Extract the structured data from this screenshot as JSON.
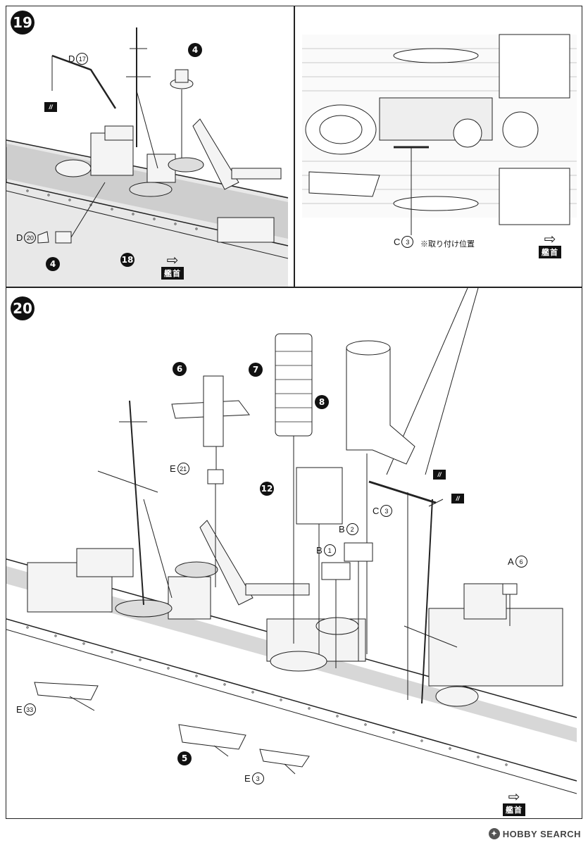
{
  "steps": {
    "step19": "19",
    "step20": "20"
  },
  "step19": {
    "callouts": {
      "part4_top": "4",
      "part4_bottom": "4",
      "part18": "18"
    },
    "parts": {
      "d17": {
        "letter": "D",
        "num": "17"
      },
      "d20": {
        "letter": "D",
        "num": "20"
      }
    },
    "bow_label": "艦首"
  },
  "detail": {
    "c3": {
      "letter": "C",
      "num": "3"
    },
    "note": "※取り付け位置",
    "bow_label": "艦首"
  },
  "step20": {
    "callouts": {
      "part6": "6",
      "part7": "7",
      "part8": "8",
      "part12": "12",
      "part5": "5"
    },
    "parts": {
      "e21": {
        "letter": "E",
        "num": "21"
      },
      "c3": {
        "letter": "C",
        "num": "3"
      },
      "b2": {
        "letter": "B",
        "num": "2"
      },
      "b1": {
        "letter": "B",
        "num": "1"
      },
      "a6": {
        "letter": "A",
        "num": "6"
      },
      "e33": {
        "letter": "E",
        "num": "33"
      },
      "e3": {
        "letter": "E",
        "num": "3"
      }
    },
    "bow_label": "艦首"
  },
  "watermark": {
    "text": "HOBBY SEARCH",
    "icon": "hobby-search-logo-icon"
  }
}
